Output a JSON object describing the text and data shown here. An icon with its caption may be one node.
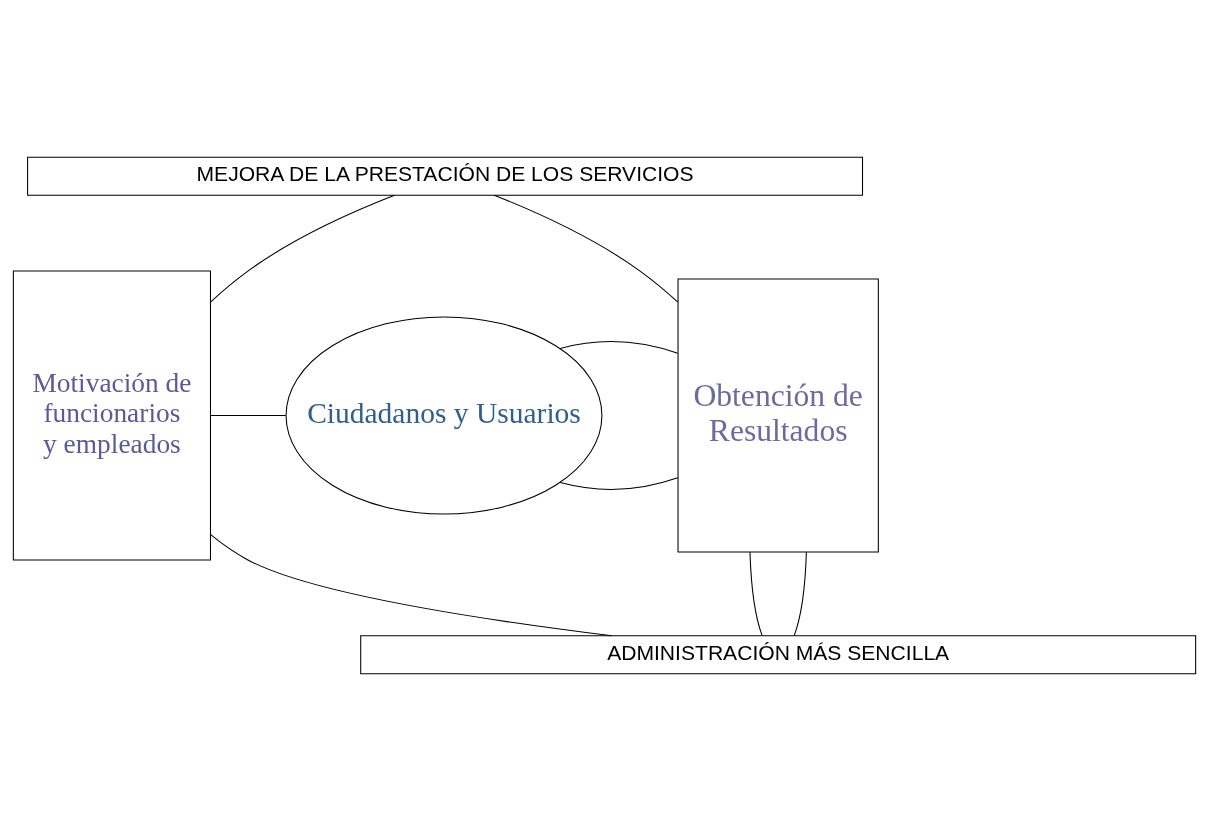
{
  "diagram": {
    "nodes": [
      {
        "text": [
          "MEJORA DE LA PRESTACIÓN DE LOS SERVICIOS"
        ]
      },
      {
        "text": [
          "Motivación de funcionarios y empleados"
        ]
      },
      {
        "text": [
          "Ciudadanos y Usuarios"
        ]
      },
      {
        "text": [
          "Obtención de Resultados"
        ]
      },
      {
        "text": [
          "ADMINISTRACIÓN MÁS SENCILLA"
        ]
      }
    ],
    "edges": [
      {
        "from": 0,
        "to": 1,
        "arrow": "none"
      },
      {
        "from": 0,
        "to": 3,
        "arrow": "none"
      },
      {
        "from": 1,
        "to": 2,
        "arrow": "none"
      },
      {
        "from": 2,
        "to": 3,
        "arrow": "none"
      },
      {
        "from": 2,
        "to": 3,
        "arrow": "none"
      },
      {
        "from": 1,
        "to": 4,
        "arrow": "none"
      },
      {
        "from": 3,
        "to": 4,
        "arrow": "none"
      },
      {
        "from": 3,
        "to": 4,
        "arrow": "none"
      }
    ]
  }
}
